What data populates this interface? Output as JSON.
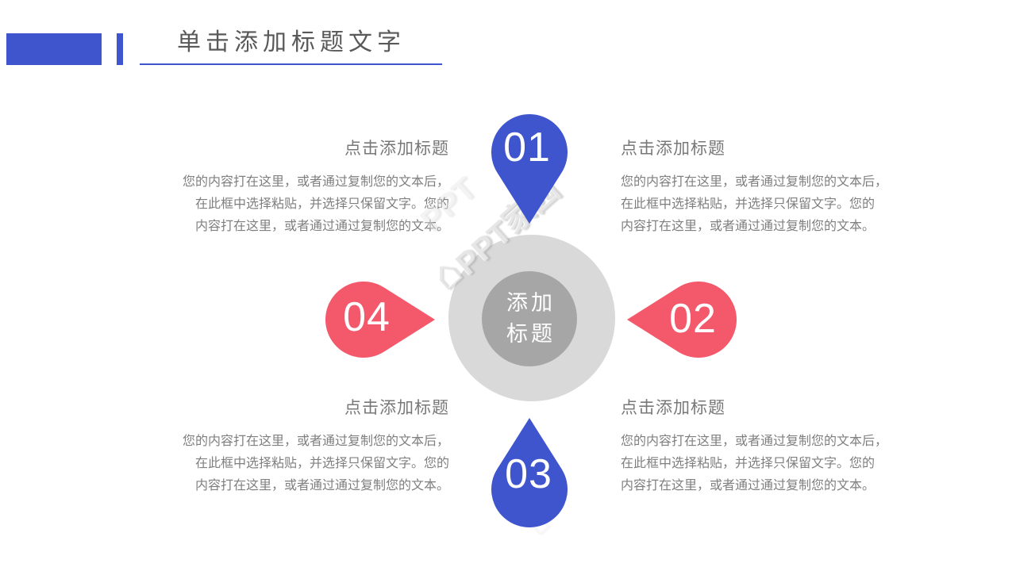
{
  "colors": {
    "accent-blue": "#3f55cd",
    "accent-red": "#f4596b",
    "circle-outer": "#d9d9d9",
    "circle-inner": "#a6a6a6",
    "title-text": "#595959",
    "heading-text": "#787878",
    "body-text": "#7f7f7f"
  },
  "header": {
    "title": "单击添加标题文字"
  },
  "diagram": {
    "center": {
      "line1": "添加",
      "line2": "标题"
    },
    "pins": [
      {
        "number": "01",
        "color": "#3f55cd",
        "points": "down"
      },
      {
        "number": "02",
        "color": "#f4596b",
        "points": "left"
      },
      {
        "number": "03",
        "color": "#3f55cd",
        "points": "up"
      },
      {
        "number": "04",
        "color": "#f4596b",
        "points": "right"
      }
    ]
  },
  "blocks": [
    {
      "position": "top-left",
      "heading": "点击添加标题",
      "body_lines": [
        "您的内容打在这里，或者通过复制您的文本后，",
        "在此框中选择粘贴，并选择只保留文字。您的",
        "内容打在这里，或者通过通过复制您的文本。"
      ]
    },
    {
      "position": "top-right",
      "heading": "点击添加标题",
      "body_lines": [
        "您的内容打在这里，或者通过复制您的文本后，",
        "在此框中选择粘贴，并选择只保留文字。您的",
        "内容打在这里，或者通过通过复制您的文本。"
      ]
    },
    {
      "position": "bottom-left",
      "heading": "点击添加标题",
      "body_lines": [
        "您的内容打在这里，或者通过复制您的文本后，",
        "在此框中选择粘贴，并选择只保留文字。您的",
        "内容打在这里，或者通过通过复制您的文本。"
      ]
    },
    {
      "position": "bottom-right",
      "heading": "点击添加标题",
      "body_lines": [
        "您的内容打在这里，或者通过复制您的文本后，",
        "在此框中选择粘贴，并选择只保留文字。您的",
        "内容打在这里，或者通过通过复制您的文本。"
      ]
    }
  ],
  "watermark": {
    "prefix": "PPT",
    "suffix": "家园",
    "icon_name": "house-icon",
    "icon_glyph": "⌂"
  }
}
